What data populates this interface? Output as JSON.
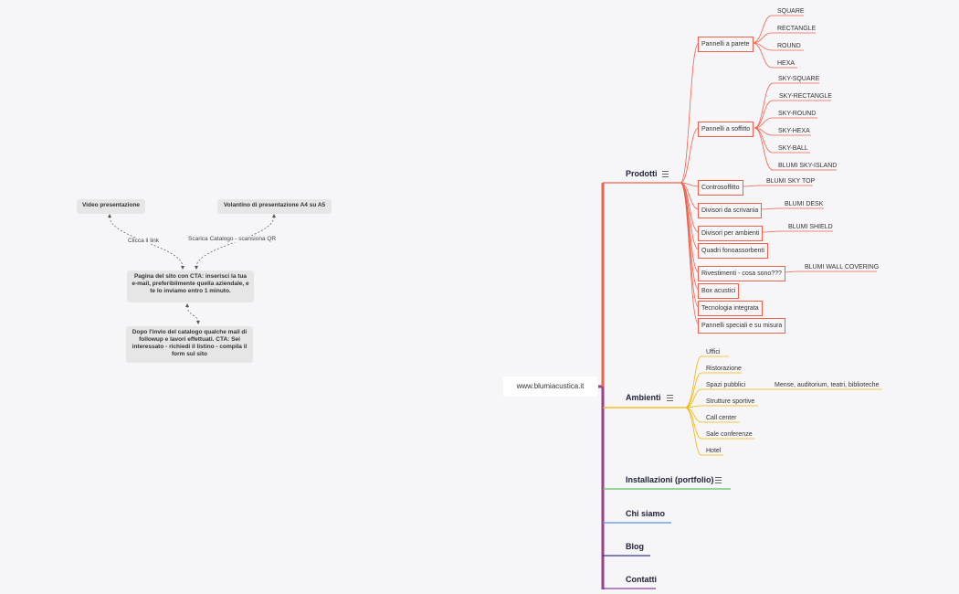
{
  "root": {
    "label": "www.blumiacustica.it"
  },
  "branches": {
    "prodotti": "Prodotti",
    "ambienti": "Ambienti",
    "installazioni": "Installazioni (portfolio)",
    "chi_siamo": "Chi siamo",
    "blog": "Blog",
    "contatti": "Contatti"
  },
  "prodotti": {
    "pannelli_parete": {
      "label": "Pannelli a parete",
      "children": [
        "SQUARE",
        "RECTANGLE",
        "ROUND",
        "HEXA"
      ]
    },
    "pannelli_soffitto": {
      "label": "Pannelli a soffitto",
      "children": [
        "SKY-SQUARE",
        "SKY-RECTANGLE",
        "SKY-ROUND",
        "SKY-HEXA",
        "SKY-BALL",
        "BLUMI SKY-ISLAND"
      ]
    },
    "controsoffitto": {
      "label": "Controsoffitto",
      "child": "BLUMI SKY TOP"
    },
    "divisori_scrivania": {
      "label": "Divisori da scrivania",
      "child": "BLUMI DESK"
    },
    "divisori_ambienti": {
      "label": "Divisori per ambienti",
      "child": "BLUMI SHIELD"
    },
    "quadri": {
      "label": "Quadri fonoassorbenti"
    },
    "rivestimenti": {
      "label": "Rivestimenti - cosa sono???",
      "child": "BLUMI WALL COVERING"
    },
    "box": {
      "label": "Box acustici"
    },
    "tecnologia": {
      "label": "Tecnologia integrata"
    },
    "speciali": {
      "label": "Pannelli speciali e su misura"
    }
  },
  "ambienti": {
    "items": [
      "Uffici",
      "Ristorazione",
      "Spazi pubblici",
      "Strutture sportive",
      "Call center",
      "Sale conferenze",
      "Hotel"
    ],
    "spazi_detail": "Mense, auditorium, teatri, biblioteche"
  },
  "flow": {
    "video": "Video presentazione",
    "volantino": "Volantino di presentazione A4 su A5",
    "clicca": "Clicca il link",
    "scarica": "Scarica Catalogo - scansiona QR",
    "pagina": "Pagina del sito con CTA: inserisci la tua e-mail, preferibilmente quella aziendale, e te lo inviamo entro 1 minuto.",
    "dopo": "Dopo l'invio del catalogo qualche mail di followup e lavori effettuati. CTA: Sei interessato - richiedi il listino - compila il form sul sito"
  },
  "colors": {
    "prodotti": "#f0614d",
    "ambienti": "#f5b400",
    "installazioni": "#5cc05c",
    "chi_siamo": "#5b8fe6",
    "blog": "#3b3ba0",
    "contatti": "#8a3fa0",
    "trunk": "#9b3f8e"
  }
}
